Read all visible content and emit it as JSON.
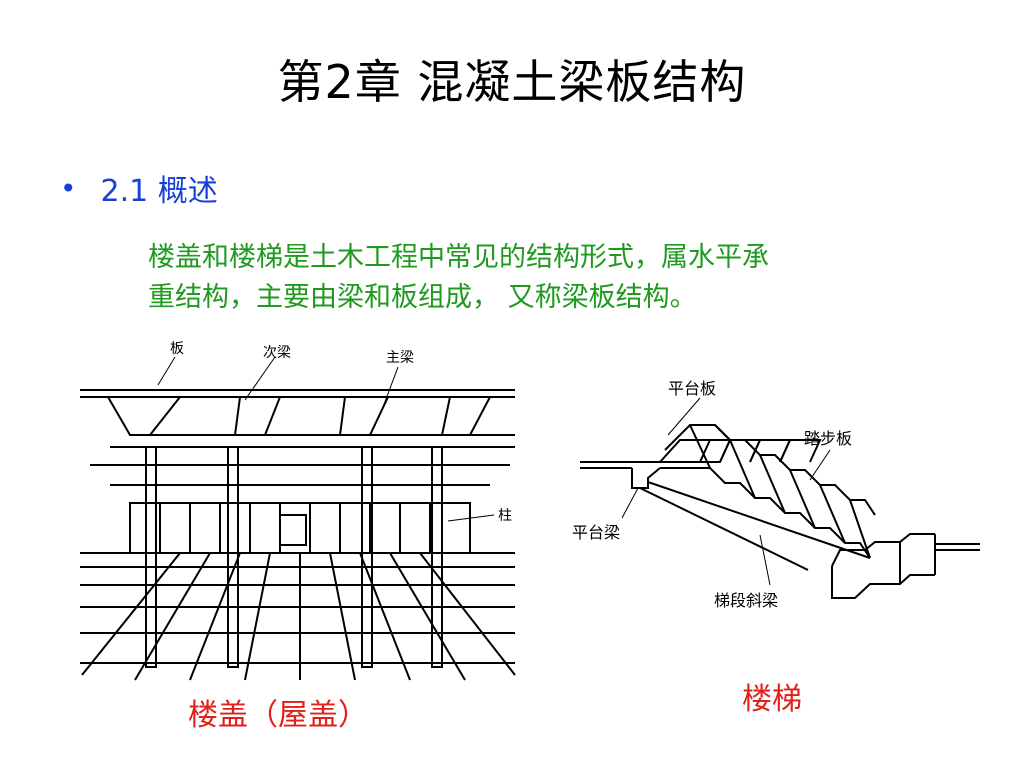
{
  "slide": {
    "title": "第2章  混凝土梁板结构",
    "section": {
      "bullet": "•",
      "heading": "2.1 概述"
    },
    "paragraph_lines": [
      "楼盖和楼梯是土木工程中常见的结构形式，属水平承",
      "重结构，主要由梁和板组成， 又称梁板结构。"
    ]
  },
  "floor_figure": {
    "labels": {
      "slab": "板",
      "secondary_beam": "次梁",
      "main_beam": "主梁",
      "column": "柱"
    },
    "caption": "楼盖（屋盖）"
  },
  "stair_figure": {
    "labels": {
      "platform_slab": "平台板",
      "tread_slab": "踏步板",
      "platform_beam": "平台梁",
      "inclined_beam": "梯段斜梁"
    },
    "caption": "楼梯"
  },
  "colors": {
    "title": "#000000",
    "heading": "#1a3fd6",
    "paragraph": "#1f9a1f",
    "caption": "#e0201a"
  }
}
